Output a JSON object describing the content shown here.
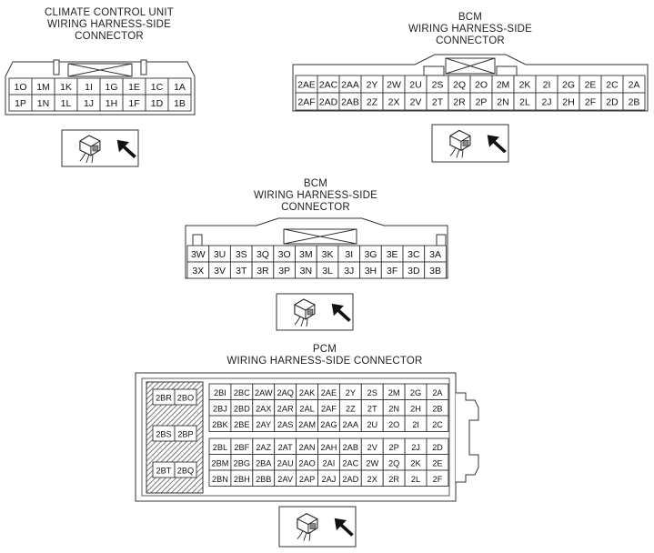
{
  "connectors": {
    "ccu": {
      "title_lines": [
        "CLIMATE CONTROL UNIT",
        "WIRING HARNESS-SIDE",
        "CONNECTOR"
      ],
      "rows": [
        [
          "1O",
          "1M",
          "1K",
          "1I",
          "1G",
          "1E",
          "1C",
          "1A"
        ],
        [
          "1P",
          "1N",
          "1L",
          "1J",
          "1H",
          "1F",
          "1D",
          "1B"
        ]
      ]
    },
    "bcm1": {
      "title_lines": [
        "BCM",
        "WIRING HARNESS-SIDE",
        "CONNECTOR"
      ],
      "rows": [
        [
          "2AE",
          "2AC",
          "2AA",
          "2Y",
          "2W",
          "2U",
          "2S",
          "2Q",
          "2O",
          "2M",
          "2K",
          "2I",
          "2G",
          "2E",
          "2C",
          "2A"
        ],
        [
          "2AF",
          "2AD",
          "2AB",
          "2Z",
          "2X",
          "2V",
          "2T",
          "2R",
          "2P",
          "2N",
          "2L",
          "2J",
          "2H",
          "2F",
          "2D",
          "2B"
        ]
      ]
    },
    "bcm2": {
      "title_lines": [
        "BCM",
        "WIRING HARNESS-SIDE",
        "CONNECTOR"
      ],
      "rows": [
        [
          "3W",
          "3U",
          "3S",
          "3Q",
          "3O",
          "3M",
          "3K",
          "3I",
          "3G",
          "3E",
          "3C",
          "3A"
        ],
        [
          "3X",
          "3V",
          "3T",
          "3R",
          "3P",
          "3N",
          "3L",
          "3J",
          "3H",
          "3F",
          "3D",
          "3B"
        ]
      ]
    },
    "pcm": {
      "title_lines": [
        "PCM",
        "WIRING HARNESS-SIDE CONNECTOR"
      ],
      "side_pins": [
        [
          "2BR",
          "2BO"
        ],
        [
          "2BS",
          "2BP"
        ],
        [
          "2BT",
          "2BQ"
        ]
      ],
      "upper_rows": [
        [
          "2BI",
          "2BC",
          "2AW",
          "2AQ",
          "2AK",
          "2AE",
          "2Y",
          "2S",
          "2M",
          "2G",
          "2A"
        ],
        [
          "2BJ",
          "2BD",
          "2AX",
          "2AR",
          "2AL",
          "2AF",
          "2Z",
          "2T",
          "2N",
          "2H",
          "2B"
        ],
        [
          "2BK",
          "2BE",
          "2AY",
          "2AS",
          "2AM",
          "2AG",
          "2AA",
          "2U",
          "2O",
          "2I",
          "2C"
        ]
      ],
      "lower_rows": [
        [
          "2BL",
          "2BF",
          "2AZ",
          "2AT",
          "2AN",
          "2AH",
          "2AB",
          "2V",
          "2P",
          "2J",
          "2D"
        ],
        [
          "2BM",
          "2BG",
          "2BA",
          "2AU",
          "2AO",
          "2AI",
          "2AC",
          "2W",
          "2Q",
          "2K",
          "2E"
        ],
        [
          "2BN",
          "2BH",
          "2BB",
          "2AV",
          "2AP",
          "2AJ",
          "2AD",
          "2X",
          "2R",
          "2L",
          "2F"
        ]
      ]
    }
  }
}
